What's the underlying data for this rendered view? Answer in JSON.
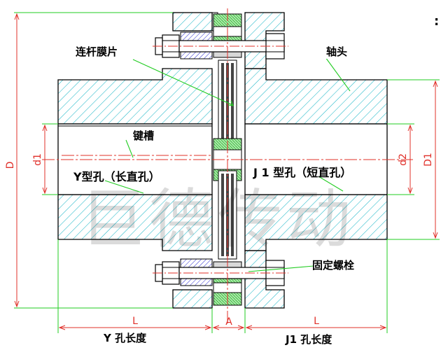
{
  "labels": {
    "link_diaphragm": "连杆膜片",
    "shaft_head": "轴头",
    "keyway": "键槽",
    "y_hole": "Y型孔（长直孔）",
    "j1_hole": "J 1 型孔（短直孔）",
    "fixing_bolt": "固定螺栓",
    "y_hole_length": "Y 孔长度",
    "j1_hole_length": "J1 孔长度"
  },
  "dimensions": {
    "D": "D",
    "d1": "d1",
    "d2": "d2",
    "D1": "D1",
    "L_left": "L",
    "L_right": "L",
    "A": "A"
  },
  "watermark": "巨德传动",
  "corner_mark": ":",
  "colors": {
    "hatch_cyan": "#1fb8c8",
    "hatch_blue": "#2a2ad0",
    "dimension_red": "#e0302a",
    "leader_green": "#22cc22",
    "outline": "#000000"
  }
}
